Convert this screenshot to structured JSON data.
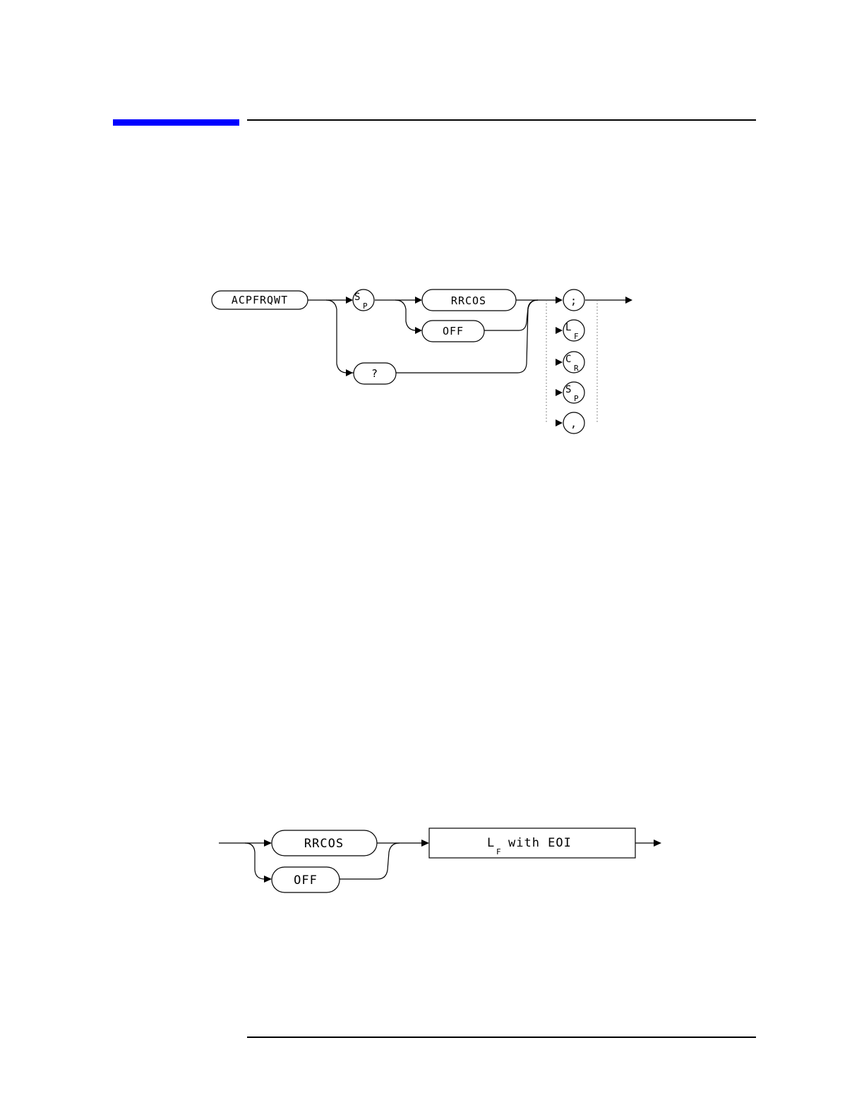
{
  "colors": {
    "accent": "#0000ff",
    "ink": "#000000",
    "background": "#ffffff"
  },
  "syntax": {
    "command": "ACPFRQWT",
    "sp": {
      "main": "S",
      "sub": "P"
    },
    "rrcos": "RRCOS",
    "off": "OFF",
    "query": "?",
    "terminators": {
      "semicolon": ";",
      "lf": {
        "main": "L",
        "sub": "F"
      },
      "cr": {
        "main": "C",
        "sub": "R"
      },
      "sp": {
        "main": "S",
        "sub": "P"
      },
      "comma": ","
    }
  },
  "response": {
    "rrcos": "RRCOS",
    "off": "OFF",
    "terminator": {
      "main": "L",
      "sub": "F",
      "suffix": "with EOI"
    }
  }
}
